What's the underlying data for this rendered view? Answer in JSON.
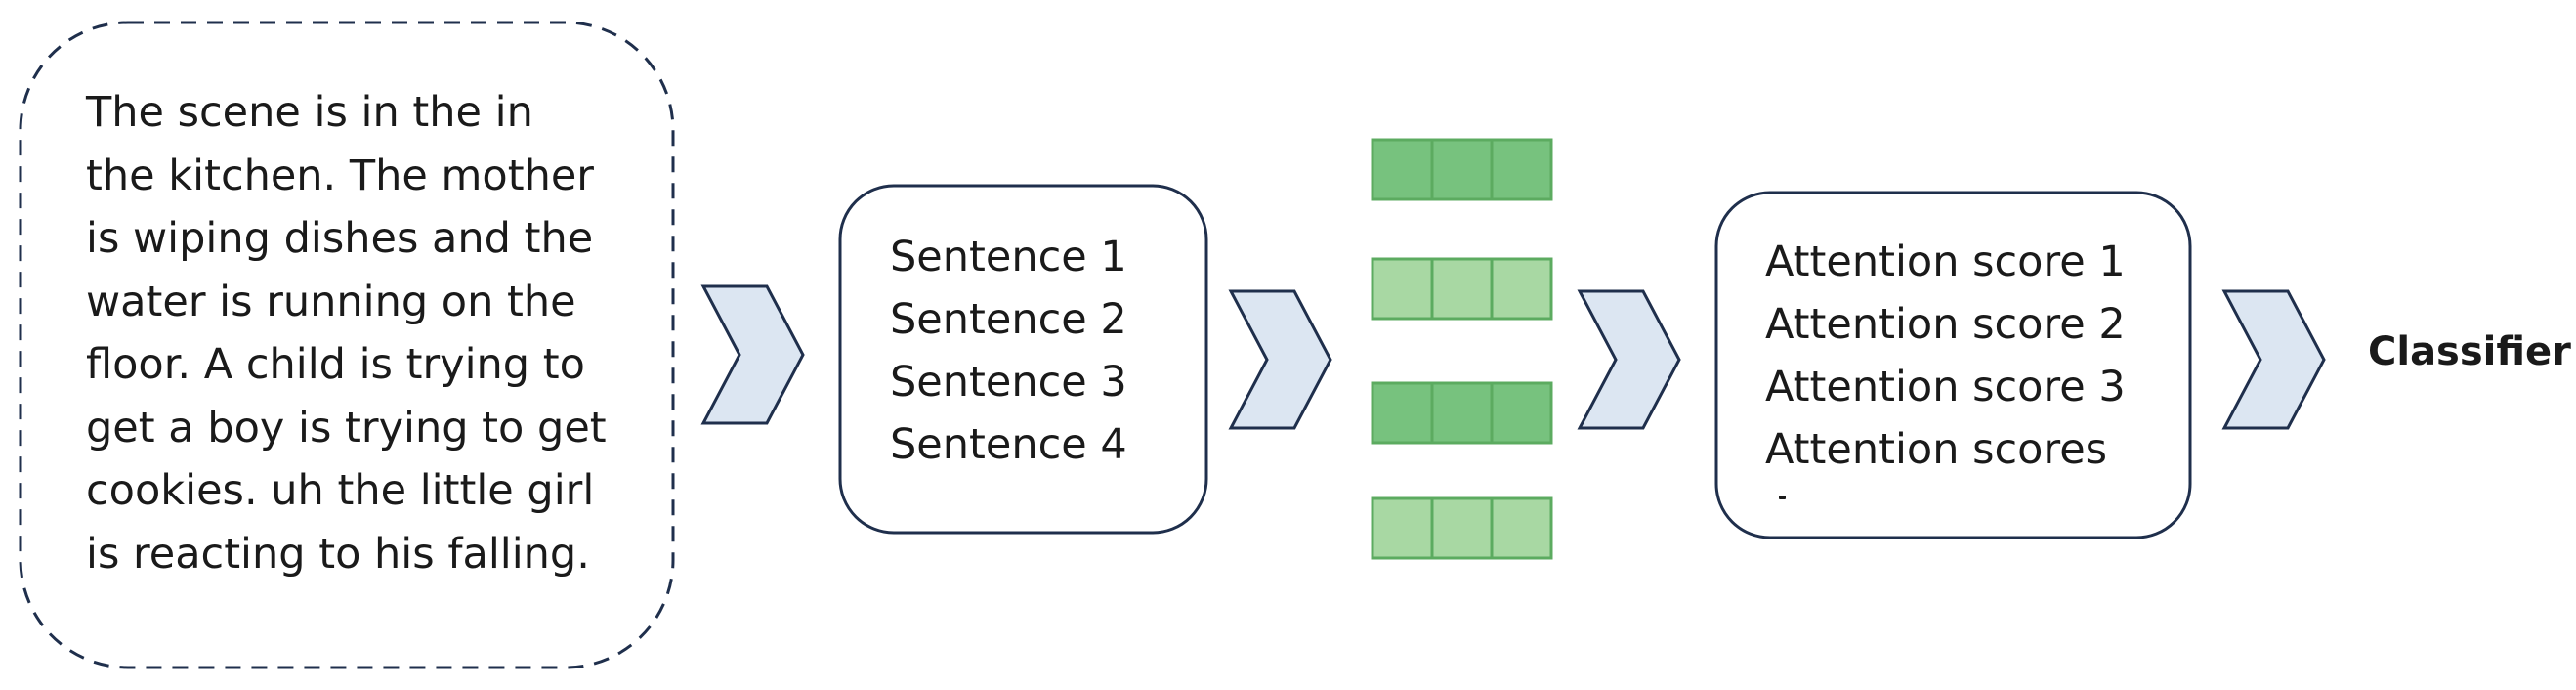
{
  "transcript": {
    "lines": [
      "The scene is in the in",
      "the kitchen. The mother",
      "is wiping dishes and the",
      "water is running on the",
      "floor. A child is trying to",
      "get a boy is trying to get",
      "cookies. uh the little girl",
      "is reacting to his falling."
    ]
  },
  "sentences": {
    "items": [
      "Sentence 1",
      "Sentence 2",
      "Sentence 3",
      "Sentence 4"
    ]
  },
  "attention": {
    "items": [
      "Attention score 1",
      "Attention score 2",
      "Attention score 3",
      "Attention scores"
    ]
  },
  "classifier": {
    "label": "Classifier"
  },
  "colors": {
    "box_stroke": "#1f2f4c",
    "arrow_fill": "#dce6f2",
    "arrow_stroke": "#1f2f4c",
    "embedding_dark_fill": "#77c27e",
    "embedding_light_fill": "#a8d8a3",
    "embedding_stroke": "#5cab60"
  },
  "embeddings": {
    "rows": [
      {
        "shade": "dark"
      },
      {
        "shade": "light"
      },
      {
        "shade": "dark"
      },
      {
        "shade": "light"
      }
    ]
  }
}
